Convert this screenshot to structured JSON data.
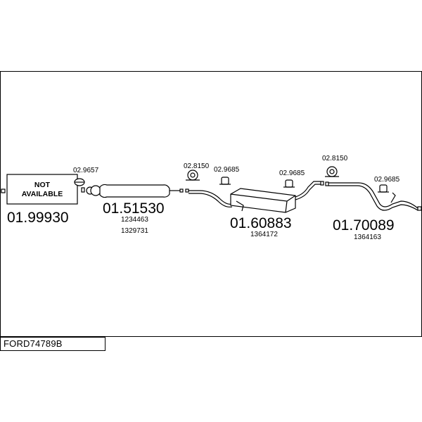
{
  "product_code": "FORD74789B",
  "not_available": [
    "NOT",
    "AVAILABLE"
  ],
  "parts": [
    {
      "number": "01.99930",
      "refs": []
    },
    {
      "number": "01.51530",
      "refs": [
        "1234463",
        "1329731"
      ]
    },
    {
      "number": "01.60883",
      "refs": [
        "1364172"
      ]
    },
    {
      "number": "01.70089",
      "refs": [
        "1364163"
      ]
    }
  ],
  "fittings": [
    "02.9657",
    "02.8150",
    "02.9685",
    "02.9685",
    "02.8150",
    "02.9685"
  ]
}
